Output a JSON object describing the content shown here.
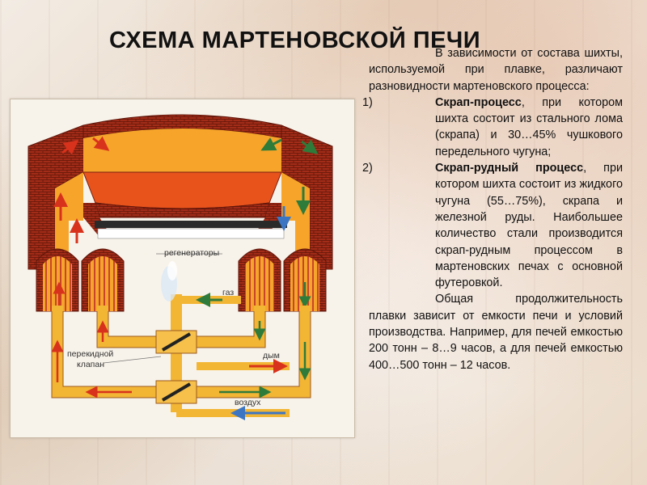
{
  "title": "СХЕМА МАРТЕНОВСКОЙ ПЕЧИ",
  "diagram": {
    "labels": {
      "regenerators": "регенераторы",
      "gas": "газ",
      "valve_line1": "перекидной",
      "valve_line2": "клапан",
      "smoke": "дым",
      "air": "воздух"
    },
    "colors": {
      "brick": "#9b2a16",
      "flame": "#e8531c",
      "fill": "#f6a52a",
      "pipe": "#f3b534",
      "arrow_red": "#d8321c",
      "arrow_green": "#2f7b3a",
      "arrow_blue": "#3c76c3"
    }
  },
  "text": {
    "intro": "В зависимости от состава шихты, используемой при плавке, различают разновидности мартеновского процесса:",
    "items": [
      {
        "num": "1)",
        "title": "Скрап-процесс",
        "rest": ", при котором шихта состоит из стального лома (скрапа) и 30…45% чушкового передельного чугуна;"
      },
      {
        "num": "2)",
        "title": "Скрап-рудный процесс",
        "rest": ", при котором шихта состоит из жидкого чугуна (55…75%), скрапа и железной руды. Наибольшее количество стали производится скрап-рудным процессом в мартеновских печах с основной футеровкой."
      }
    ],
    "closing": "Общая продолжительность плавки зависит от емкости печи и условий производства. Например, для печей емкостью 200 тонн – 8…9 часов, а для печей емкостью 400…500 тонн – 12 часов."
  }
}
